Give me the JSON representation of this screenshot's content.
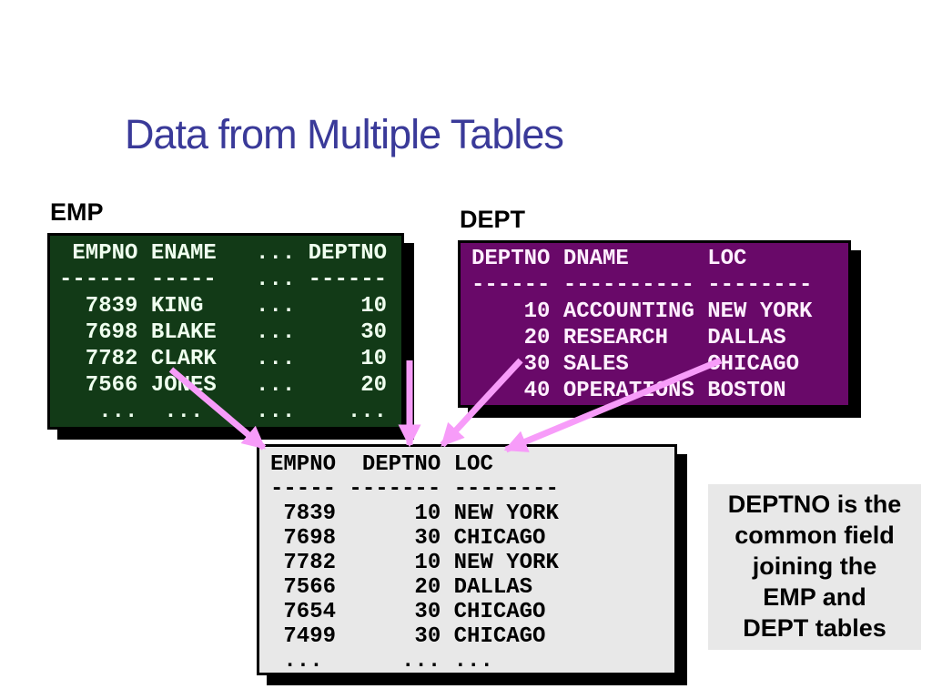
{
  "slide": {
    "title": "Data from Multiple Tables"
  },
  "colors": {
    "title_text": "#3A3A99",
    "emp_table_bg": "#123A17",
    "emp_table_text": "#EFFFEF",
    "dept_table_bg": "#690969",
    "dept_table_text": "#FFEFFF",
    "result_table_bg": "#E8E8E8",
    "result_table_text": "#000000",
    "note_bg": "#E8E8E8",
    "note_text": "#000000",
    "arrow": "#F79CF9",
    "shadow": "#000000"
  },
  "emp_table": {
    "label": "EMP",
    "columns": [
      "EMPNO",
      "ENAME",
      "...",
      "DEPTNO"
    ],
    "rows": [
      [
        "7839",
        "KING",
        "...",
        "10"
      ],
      [
        "7698",
        "BLAKE",
        "...",
        "30"
      ],
      [
        "7782",
        "CLARK",
        "...",
        "10"
      ],
      [
        "7566",
        "JONES",
        "...",
        "20"
      ],
      [
        "...",
        "...",
        "...",
        "..."
      ]
    ],
    "lines": [
      " EMPNO ENAME   ... DEPTNO",
      "------ -----   ... ------",
      "  7839 KING    ...     10",
      "  7698 BLAKE   ...     30",
      "  7782 CLARK   ...     10",
      "  7566 JONES   ...     20",
      "   ...  ...    ...    ..."
    ]
  },
  "dept_table": {
    "label": "DEPT",
    "columns": [
      "DEPTNO",
      "DNAME",
      "LOC"
    ],
    "rows": [
      [
        "10",
        "ACCOUNTING",
        "NEW YORK"
      ],
      [
        "20",
        "RESEARCH",
        "DALLAS"
      ],
      [
        "30",
        "SALES",
        "CHICAGO"
      ],
      [
        "40",
        "OPERATIONS",
        "BOSTON"
      ]
    ],
    "lines": [
      "DEPTNO DNAME      LOC",
      "------ ---------- --------",
      "    10 ACCOUNTING NEW YORK",
      "    20 RESEARCH   DALLAS",
      "    30 SALES      CHICAGO",
      "    40 OPERATIONS BOSTON"
    ]
  },
  "result_table": {
    "columns": [
      "EMPNO",
      "DEPTNO",
      "LOC"
    ],
    "rows": [
      [
        "7839",
        "10",
        "NEW YORK"
      ],
      [
        "7698",
        "30",
        "CHICAGO"
      ],
      [
        "7782",
        "10",
        "NEW YORK"
      ],
      [
        "7566",
        "20",
        "DALLAS"
      ],
      [
        "7654",
        "30",
        "CHICAGO"
      ],
      [
        "7499",
        "30",
        "CHICAGO"
      ],
      [
        "...",
        "...",
        "..."
      ]
    ],
    "lines": [
      "EMPNO  DEPTNO LOC",
      "----- ------- --------",
      " 7839      10 NEW YORK",
      " 7698      30 CHICAGO",
      " 7782      10 NEW YORK",
      " 7566      20 DALLAS",
      " 7654      30 CHICAGO",
      " 7499      30 CHICAGO",
      " ...      ... ..."
    ]
  },
  "note": {
    "lines": [
      "DEPTNO is the",
      "common field",
      "joining the",
      "EMP and",
      "DEPT tables"
    ]
  }
}
